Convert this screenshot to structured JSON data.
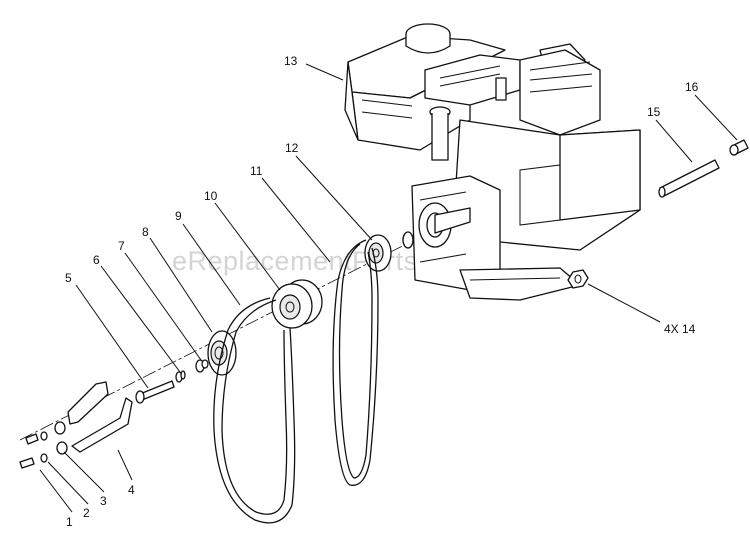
{
  "watermark": "eReplacementParts.com",
  "callouts": {
    "c1": "1",
    "c2": "2",
    "c3": "3",
    "c4": "4",
    "c5": "5",
    "c6": "6",
    "c7": "7",
    "c8": "8",
    "c9": "9",
    "c10": "10",
    "c11": "11",
    "c12": "12",
    "c13": "13",
    "c14": "4X 14",
    "c15": "15",
    "c16": "16"
  }
}
